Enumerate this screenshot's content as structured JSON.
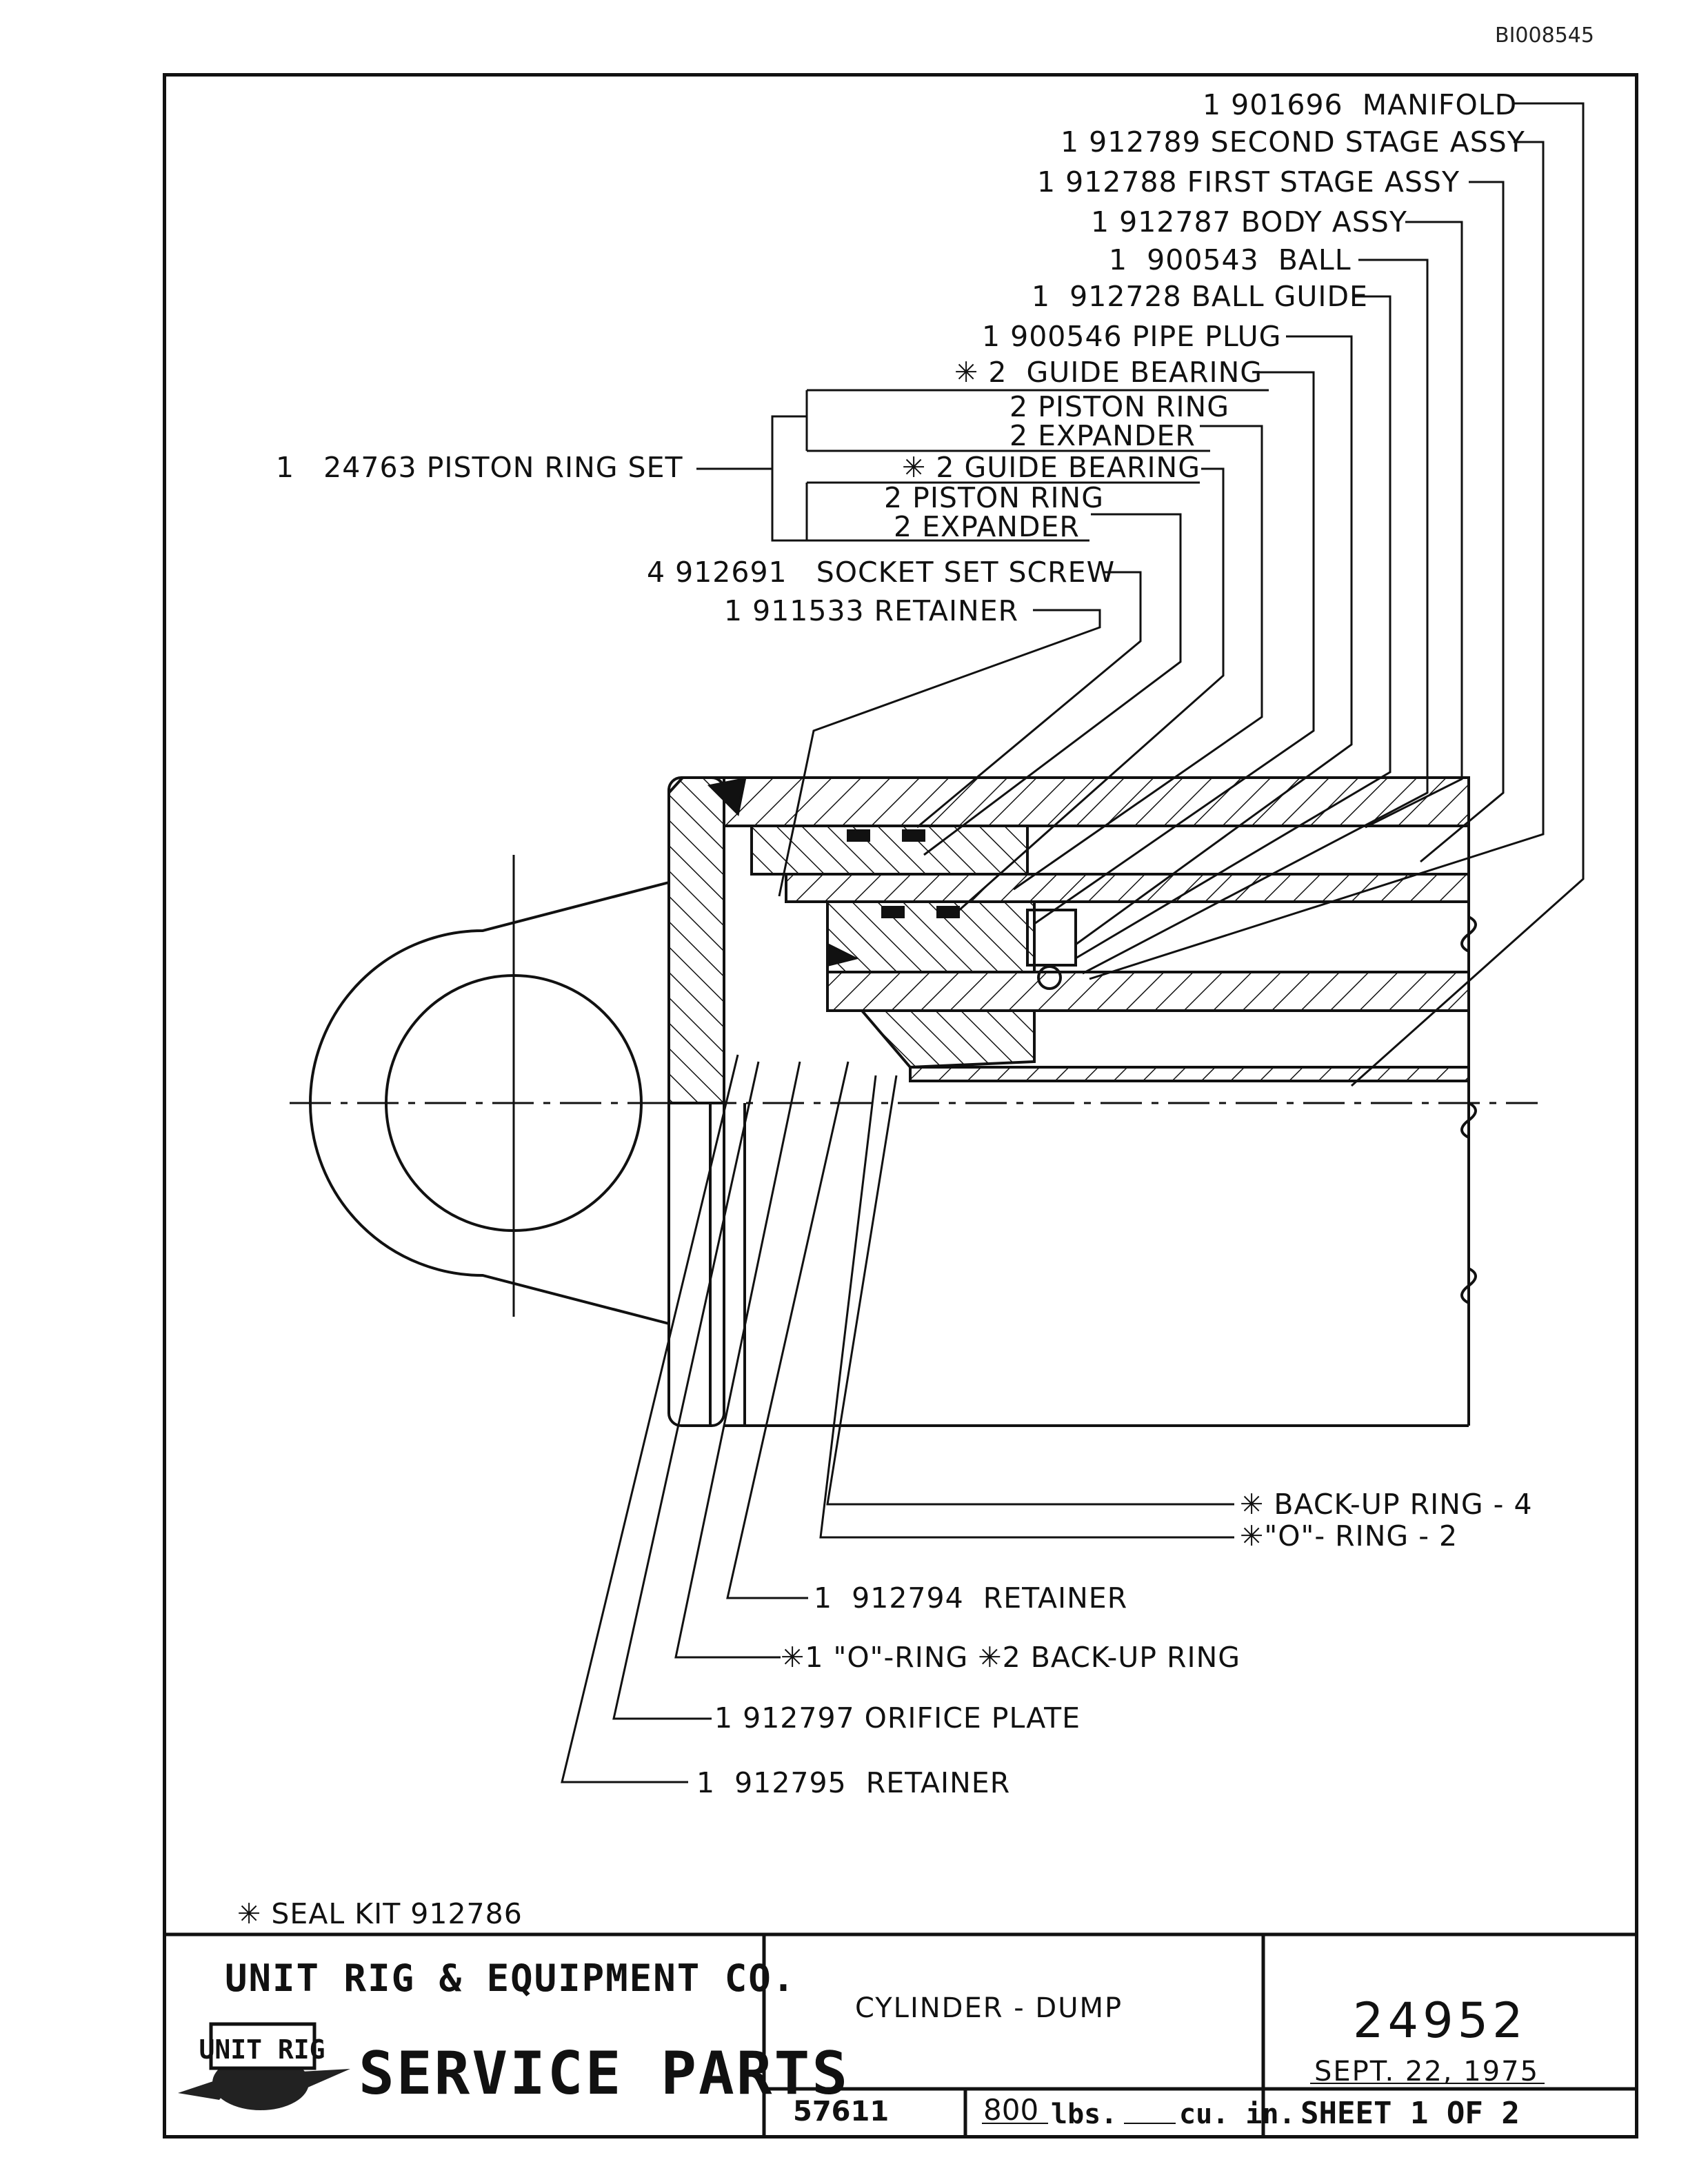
{
  "document_id": "BI008545",
  "callouts_top": [
    {
      "text": "1 901696  MANIFOLD"
    },
    {
      "text": "1 912789 SECOND STAGE ASSY"
    },
    {
      "text": "1 912788 FIRST STAGE ASSY"
    },
    {
      "text": "1 912787 BODY ASSY"
    },
    {
      "text": "1  900543  BALL"
    },
    {
      "text": "1  912728 BALL GUIDE"
    },
    {
      "text": "1 900546 PIPE PLUG"
    },
    {
      "text": "✳ 2  GUIDE BEARING"
    },
    {
      "text": "2 PISTON RING"
    },
    {
      "text": "2 EXPANDER"
    },
    {
      "text": "✳ 2 GUIDE BEARING"
    },
    {
      "text": "2 PISTON RING"
    },
    {
      "text": "2 EXPANDER"
    },
    {
      "text": "4 912691   SOCKET SET SCREW"
    },
    {
      "text": "1 911533 RETAINER"
    }
  ],
  "piston_ring_set": "1   24763 PISTON RING SET",
  "callouts_bottom": [
    {
      "text": "✳ BACK-UP RING - 4"
    },
    {
      "text": "✳\"O\"- RING - 2"
    },
    {
      "text": "1  912794  RETAINER"
    },
    {
      "text": "✳1 \"O\"-RING ✳2 BACK-UP RING"
    },
    {
      "text": "1 912797 ORIFICE PLATE"
    },
    {
      "text": "1  912795  RETAINER"
    }
  ],
  "seal_kit": "✳ SEAL KIT 912786",
  "title_block": {
    "company": "UNIT RIG & EQUIPMENT CO.",
    "logo_text": "UNIT RIG",
    "service_parts": "SERVICE PARTS",
    "title": "CYLINDER - DUMP",
    "drawing_number": "24952",
    "date": "SEPT. 22, 1975",
    "part_ref": "57611",
    "weight": "800",
    "weight_unit": "lbs.",
    "volume_unit": "cu. in.",
    "sheet": "SHEET   1      OF  2"
  }
}
